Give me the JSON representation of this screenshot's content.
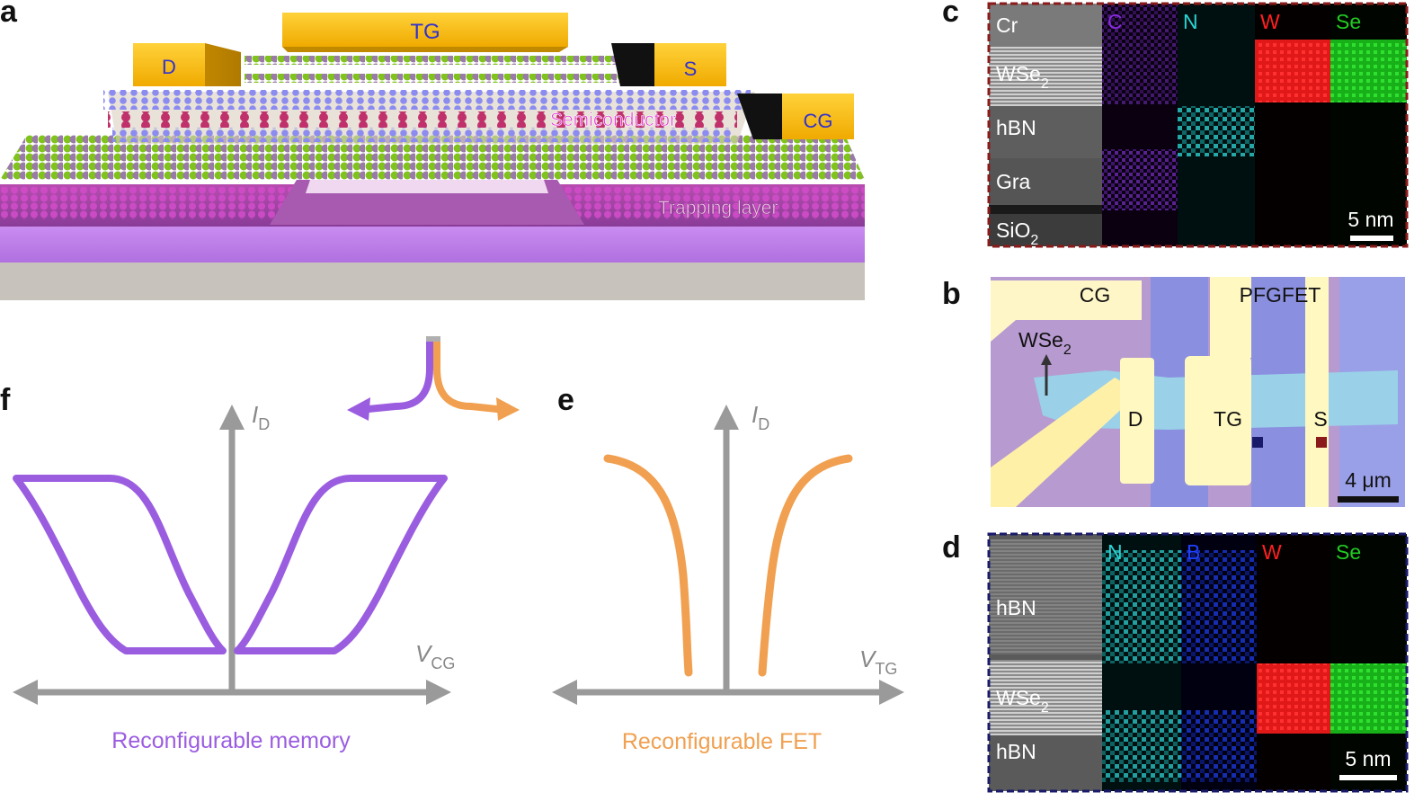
{
  "panels": {
    "a": "a",
    "b": "b",
    "c": "c",
    "d": "d",
    "e": "e",
    "f": "f"
  },
  "panel_a": {
    "drain": "D",
    "top_gate": "TG",
    "source": "S",
    "control_gate": "CG",
    "semiconductor": "Semiconductor",
    "trapping_layer": "Trapping layer"
  },
  "panel_b": {
    "cg": "CG",
    "pfgfet": "PFGFET",
    "wse2_base": "WSe",
    "wse2_sub": "2",
    "d": "D",
    "tg": "TG",
    "s": "S",
    "scale": "4 μm"
  },
  "panel_c": {
    "layers": [
      {
        "base": "Cr",
        "sub": ""
      },
      {
        "base": "WSe",
        "sub": "2"
      },
      {
        "base": "hBN",
        "sub": ""
      },
      {
        "base": "Gra",
        "sub": ""
      },
      {
        "base": "SiO",
        "sub": "2"
      }
    ],
    "elements": [
      {
        "label": "C",
        "color": "#8a2be2"
      },
      {
        "label": "N",
        "color": "#2ad4d4"
      },
      {
        "label": "W",
        "color": "#ff2020"
      },
      {
        "label": "Se",
        "color": "#22cc22"
      }
    ],
    "scale": "5 nm",
    "frame_color": "#8b1a1a"
  },
  "panel_d": {
    "layers": [
      {
        "base": "hBN",
        "sub": ""
      },
      {
        "base": "WSe",
        "sub": "2"
      },
      {
        "base": "hBN",
        "sub": ""
      }
    ],
    "elements": [
      {
        "label": "N",
        "color": "#2ad4d4"
      },
      {
        "label": "B",
        "color": "#2040ff"
      },
      {
        "label": "W",
        "color": "#ff2020"
      },
      {
        "label": "Se",
        "color": "#22cc22"
      }
    ],
    "scale": "5 nm",
    "frame_color": "#1a1a6b"
  },
  "panel_e": {
    "y_axis_base": "I",
    "y_axis_sub": "D",
    "x_axis_base": "V",
    "x_axis_sub": "TG",
    "caption": "Reconfigurable FET",
    "color": "#f0a050"
  },
  "panel_f": {
    "y_axis_base": "I",
    "y_axis_sub": "D",
    "x_axis_base": "V",
    "x_axis_sub": "CG",
    "caption": "Reconfigurable memory",
    "color": "#9b5de0"
  },
  "colors": {
    "gold": "#f5b800",
    "purple": "#9b5de0",
    "orange": "#f0a050",
    "axis_gray": "#9a9a9a"
  }
}
